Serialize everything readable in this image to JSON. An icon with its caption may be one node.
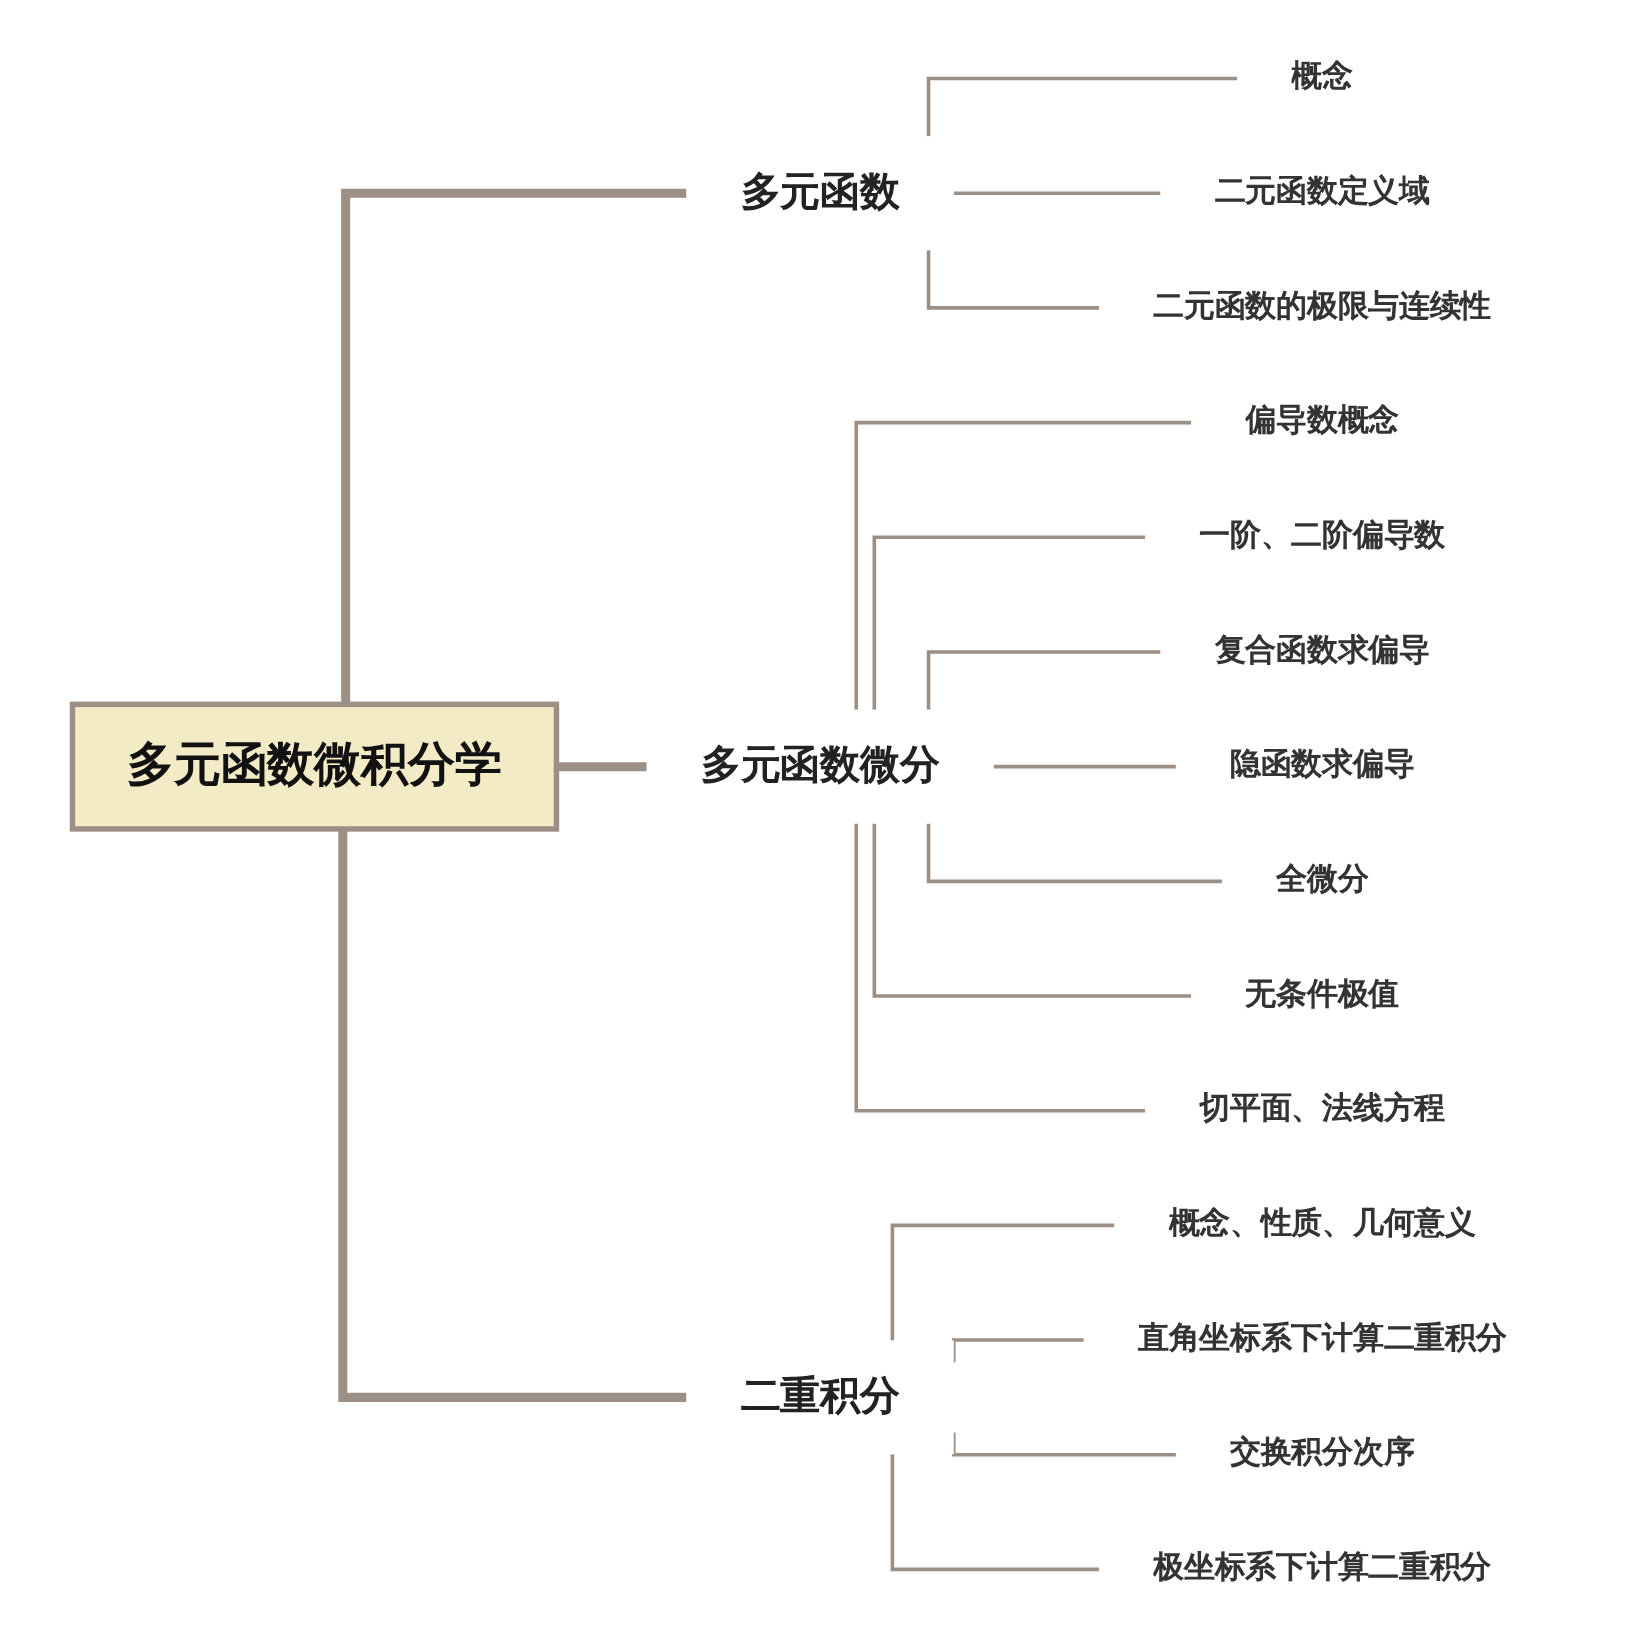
{
  "diagram": {
    "nodes": [
      {
        "text": [
          "多元函数微积分学"
        ]
      },
      {
        "text": [
          "多元函数"
        ]
      },
      {
        "text": [
          "概念"
        ]
      },
      {
        "text": [
          "二元函数定义域"
        ]
      },
      {
        "text": [
          "二元函数的极限与连续性"
        ]
      },
      {
        "text": [
          "多元函数微分"
        ]
      },
      {
        "text": [
          "偏导数概念"
        ]
      },
      {
        "text": [
          "一阶、二阶偏导数"
        ]
      },
      {
        "text": [
          "复合函数求偏导"
        ]
      },
      {
        "text": [
          "隐函数求偏导"
        ]
      },
      {
        "text": [
          "全微分"
        ]
      },
      {
        "text": [
          "无条件极值"
        ]
      },
      {
        "text": [
          "切平面、法线方程"
        ]
      },
      {
        "text": [
          "二重积分"
        ]
      },
      {
        "text": [
          "概念、性质、几何意义"
        ]
      },
      {
        "text": [
          "直角坐标系下计算二重积分"
        ]
      },
      {
        "text": [
          "交换积分次序"
        ]
      },
      {
        "text": [
          "极坐标系下计算二重积分"
        ]
      }
    ],
    "edges": [
      {
        "from": 0,
        "to": 1,
        "arrow": "none",
        "style": "thick"
      },
      {
        "from": 1,
        "to": 2,
        "arrow": "none"
      },
      {
        "from": 1,
        "to": 3,
        "arrow": "none"
      },
      {
        "from": 1,
        "to": 4,
        "arrow": "none"
      },
      {
        "from": 0,
        "to": 5,
        "arrow": "none",
        "style": "thick"
      },
      {
        "from": 5,
        "to": 6,
        "arrow": "none"
      },
      {
        "from": 5,
        "to": 7,
        "arrow": "none"
      },
      {
        "from": 5,
        "to": 8,
        "arrow": "none"
      },
      {
        "from": 5,
        "to": 9,
        "arrow": "none"
      },
      {
        "from": 5,
        "to": 10,
        "arrow": "none"
      },
      {
        "from": 5,
        "to": 11,
        "arrow": "none"
      },
      {
        "from": 5,
        "to": 12,
        "arrow": "none"
      },
      {
        "from": 0,
        "to": 13,
        "arrow": "none",
        "style": "thick"
      },
      {
        "from": 13,
        "to": 14,
        "arrow": "none"
      },
      {
        "from": 13,
        "to": 15,
        "arrow": "none"
      },
      {
        "from": 13,
        "to": 16,
        "arrow": "none"
      },
      {
        "from": 13,
        "to": 17,
        "arrow": "none"
      }
    ]
  }
}
